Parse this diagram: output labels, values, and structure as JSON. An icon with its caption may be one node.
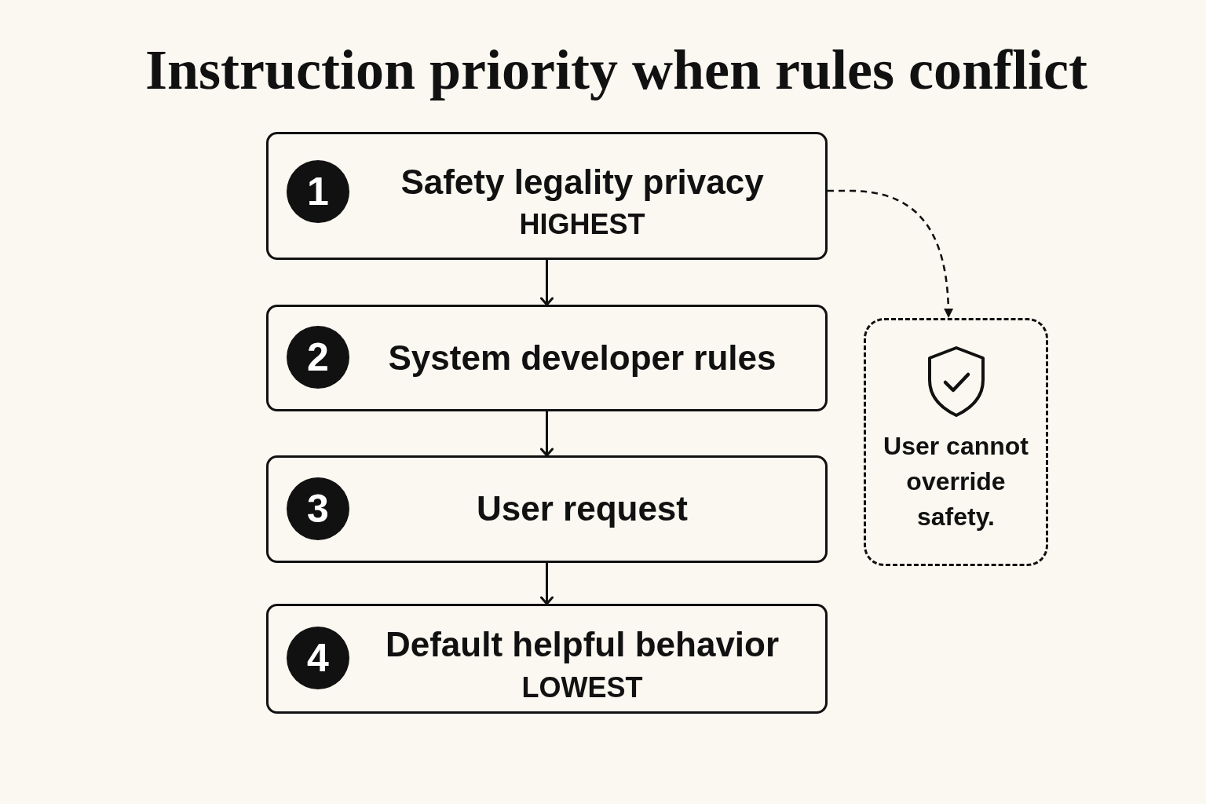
{
  "diagram": {
    "title": "Instruction priority when rules conflict",
    "nodes": [
      {
        "text": [
          "Safety legality privacy",
          "HIGHEST"
        ]
      },
      {
        "text": [
          "1"
        ],
        "in": 0
      },
      {
        "text": [
          "System developer rules"
        ]
      },
      {
        "text": [
          "2"
        ],
        "in": 2
      },
      {
        "text": [
          "User request"
        ]
      },
      {
        "text": [
          "3"
        ],
        "in": 4
      },
      {
        "text": [
          "Default helpful behavior",
          "LOWEST"
        ]
      },
      {
        "text": [
          "4"
        ],
        "in": 6
      },
      {
        "text": [
          "User cannot override safety."
        ]
      }
    ],
    "edges": [
      {
        "from": 0,
        "to": 2,
        "arrow": "to"
      },
      {
        "from": 2,
        "to": 4,
        "arrow": "to"
      },
      {
        "from": 4,
        "to": 6,
        "arrow": "to"
      },
      {
        "from": 0,
        "to": 8,
        "arrow": "to",
        "style": "dashed"
      }
    ]
  }
}
